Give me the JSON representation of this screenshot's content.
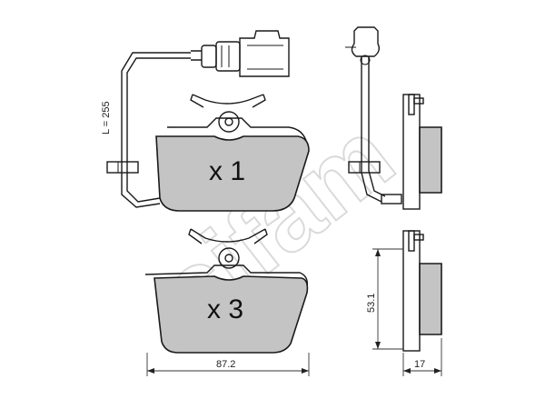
{
  "watermark": "cifam",
  "pad_upper": {
    "quantity_label": "x 1"
  },
  "pad_lower": {
    "quantity_label": "x 3"
  },
  "wire_length_label": "L = 255",
  "dimensions": {
    "width": "87.2",
    "height": "53.1",
    "thickness": "17"
  }
}
